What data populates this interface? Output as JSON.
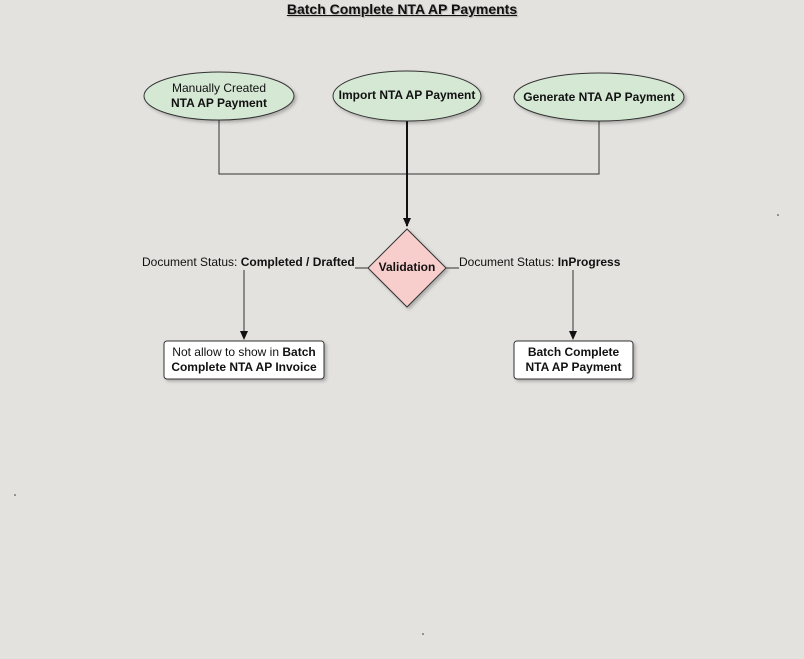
{
  "diagram": {
    "title": "Batch Complete NTA AP Payments",
    "colors": {
      "background": "#e3e2df",
      "ellipse_fill": "#d5e8d4",
      "diamond_fill": "#f8cecc",
      "box_fill": "#ffffff",
      "stroke": "#333333"
    },
    "sources": {
      "manual": {
        "line1": "Manually Created",
        "line2": "NTA AP Payment"
      },
      "import": {
        "label": "Import NTA AP Payment"
      },
      "generate": {
        "label": "Generate NTA AP Payment"
      }
    },
    "decision": {
      "label": "Validation"
    },
    "left_branch": {
      "label_prefix": "Document Status: ",
      "label_value": "Completed / Drafted",
      "result_pre": "Not allow to show in ",
      "result_bold1": "Batch",
      "result_bold2": "Complete NTA AP Invoice"
    },
    "right_branch": {
      "label_prefix": "Document Status: ",
      "label_value": "InProgress",
      "result_line1": "Batch Complete",
      "result_line2": "NTA AP Payment"
    }
  }
}
